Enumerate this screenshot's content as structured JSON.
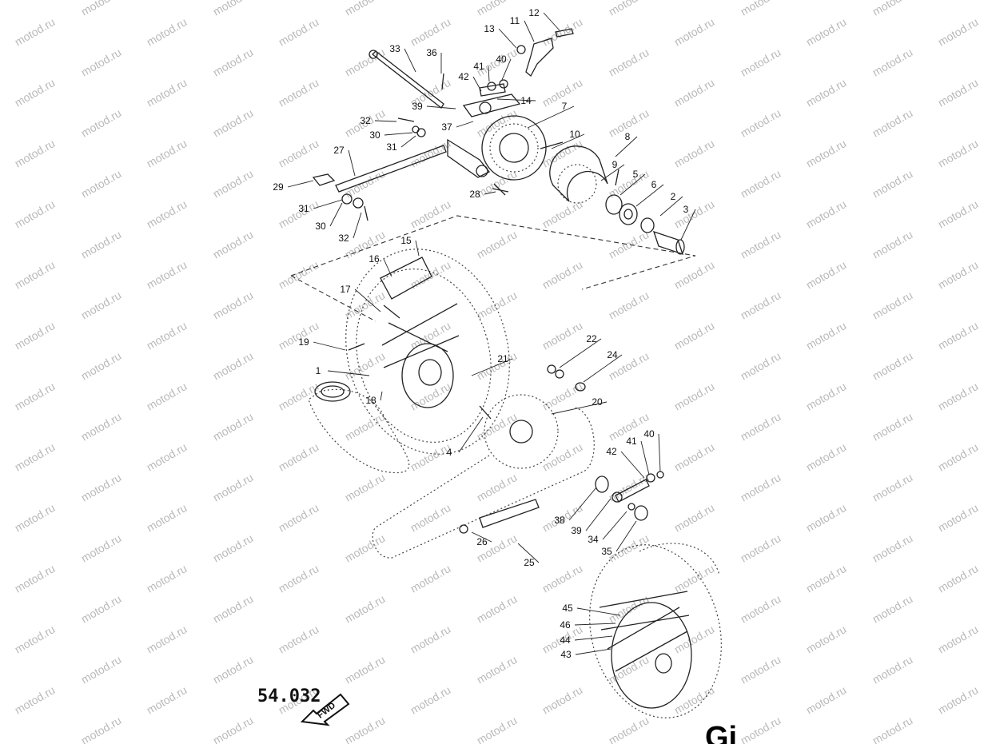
{
  "watermark": "motod.ru",
  "callouts": [
    "1",
    "2",
    "3",
    "4",
    "5",
    "6",
    "7",
    "8",
    "9",
    "10",
    "11",
    "12",
    "13",
    "14",
    "15",
    "16",
    "17",
    "18",
    "19",
    "20",
    "21",
    "22",
    "24",
    "25",
    "26",
    "27",
    "28",
    "29",
    "30",
    "30",
    "31",
    "31",
    "32",
    "32",
    "33",
    "34",
    "35",
    "36",
    "37",
    "38",
    "39",
    "39",
    "40",
    "40",
    "41",
    "41",
    "42",
    "42",
    "43",
    "44",
    "45",
    "46"
  ],
  "page_code": "54.032",
  "direction_badge": "FWD",
  "corner_text": "Gi"
}
